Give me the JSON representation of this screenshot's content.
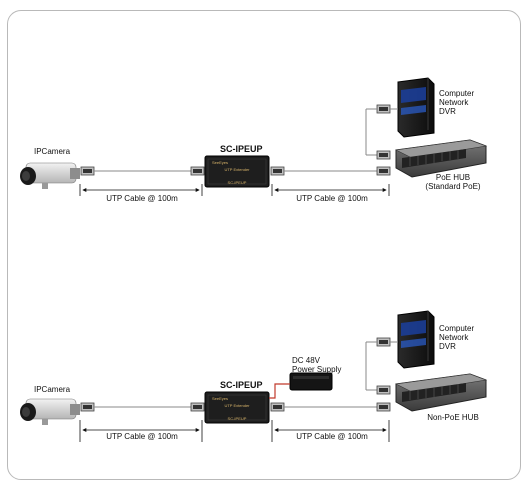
{
  "top": {
    "camera_label": "IPCamera",
    "device_title": "SC-IPEUP",
    "device_brand": "SeeEyes",
    "device_subtitle": "UTP Extender",
    "device_model": "SC-IPEUP",
    "cable_left": "UTP Cable @ 100m",
    "cable_right": "UTP Cable @ 100m",
    "computer_label": [
      "Computer",
      "Network",
      "DVR"
    ],
    "hub_label": [
      "PoE HUB",
      "(Standard PoE)"
    ]
  },
  "bottom": {
    "camera_label": "IPCamera",
    "device_title": "SC-IPEUP",
    "device_brand": "SeeEyes",
    "device_subtitle": "UTP Extender",
    "device_model": "SC-IPEUP",
    "cable_left": "UTP Cable @ 100m",
    "cable_right": "UTP Cable @ 100m",
    "power_label": [
      "DC 48V",
      "Power Supply"
    ],
    "computer_label": [
      "Computer",
      "Network",
      "DVR"
    ],
    "hub_label": [
      "Non-PoE HUB"
    ]
  },
  "colors": {
    "frame": "#b9b9b9",
    "device": "#1e1e1e",
    "device_text": "#d8b46a",
    "power_wire": "#c0392b"
  }
}
